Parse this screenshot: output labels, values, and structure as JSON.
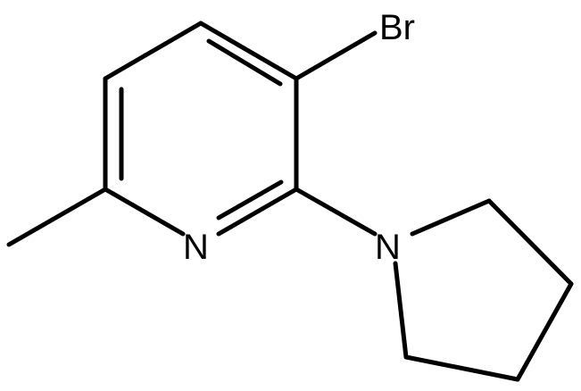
{
  "molecule": {
    "atoms": {
      "br": "Br",
      "n_ring": "N",
      "n_pyrrolidine": "N"
    },
    "colors": {
      "bond": "#000000",
      "label": "#000000",
      "background": "#ffffff"
    }
  }
}
